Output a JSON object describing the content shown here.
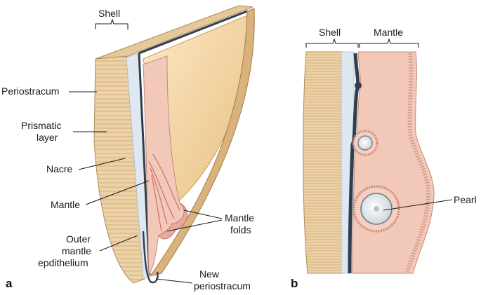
{
  "panel_a": {
    "letter": "a",
    "labels": {
      "shell": "Shell",
      "periostracum": "Periostracum",
      "prismatic_line1": "Prismatic",
      "prismatic_line2": "layer",
      "nacre": "Nacre",
      "mantle": "Mantle",
      "outer_line1": "Outer",
      "outer_line2": "mantle",
      "outer_line3": "epdithelium",
      "mantle_folds_line1": "Mantle",
      "mantle_folds_line2": "folds",
      "new_periostracum_line1": "New",
      "new_periostracum_line2": "periostracum"
    }
  },
  "panel_b": {
    "letter": "b",
    "labels": {
      "shell": "Shell",
      "mantle": "Mantle",
      "pearl": "Pearl"
    }
  },
  "colors": {
    "shell_outer": "#e8cfa4",
    "shell_stripe": "#c9a877",
    "nacre": "#dfe7f0",
    "periostracum_line": "#2f3d4c",
    "mantle": "#f2c8b8",
    "mantle_dark": "#d98f86",
    "interior": "#f3d9a8",
    "pearl": "#e8eef2"
  }
}
